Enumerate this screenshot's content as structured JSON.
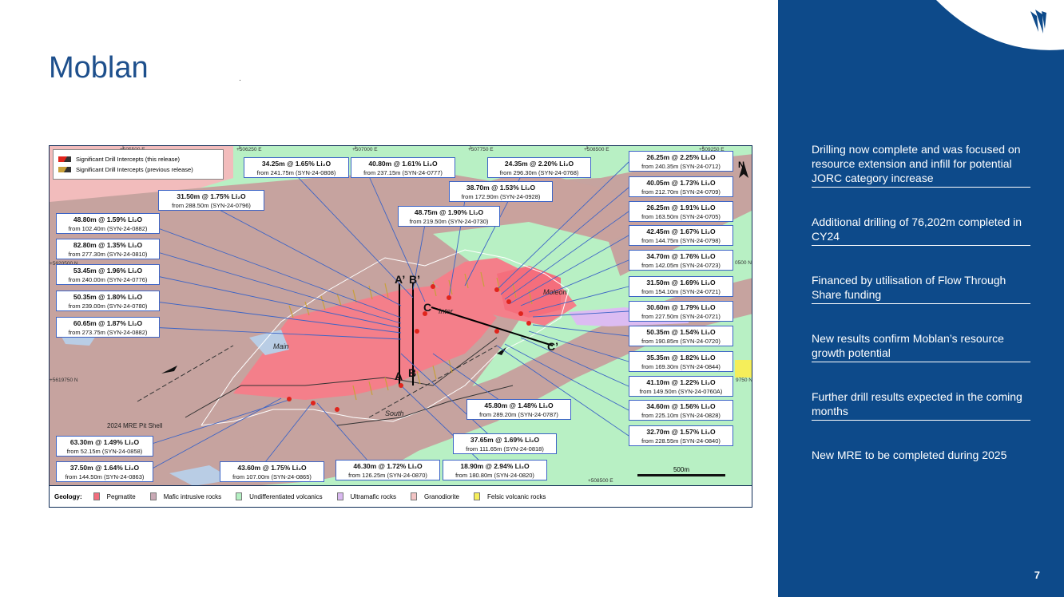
{
  "slide": {
    "title": "Moblan",
    "page_number": "7"
  },
  "side_panel": {
    "bullets": [
      "Drilling now complete and was focused on resource extension and infill for potential JORC category increase",
      "Additional drilling of 76,202m completed in CY24",
      "Financed by utilisation of Flow Through Share funding",
      "New results confirm Moblan’s resource growth potential",
      "Further drill results expected in the coming months",
      "New MRE to be completed during 2025"
    ]
  },
  "map": {
    "legend": {
      "current": "Significant Drill Intercepts (this release)",
      "previous": "Significant Drill Intercepts (previous release)"
    },
    "coords": {
      "e1": "+505500 E",
      "e2": "+506250 E",
      "e3": "+507000 E",
      "e4": "+507750 E",
      "e5": "+508500 E",
      "e6": "+509250 E",
      "n1": "+5620500 N",
      "n2": "+5619750 N",
      "n3": "0500 N",
      "n4": "9750 N",
      "e_bottom": "+508500 E"
    },
    "labels": {
      "main": "Main",
      "south": "South",
      "inter": "Inter",
      "moleon": "Moleon",
      "pit_shell": "2024 MRE Pit Shell",
      "a": "A",
      "a_prime": "A’",
      "b": "B",
      "b_prime": "B’",
      "c": "C",
      "c_prime": "C’",
      "north": "N",
      "scale": "500m"
    },
    "callouts": [
      {
        "v": "34.25m @ 1.65% Li₂O",
        "d": "from 241.75m  (SYN-24-0808)"
      },
      {
        "v": "40.80m @ 1.61% Li₂O",
        "d": "from 237.15m  (SYN-24-0777)"
      },
      {
        "v": "24.35m @ 2.20% Li₂O",
        "d": "from 296.30m  (SYN-24-0768)"
      },
      {
        "v": "31.50m @ 1.75% Li₂O",
        "d": "from 288.50m  (SYN-24-0796)"
      },
      {
        "v": "38.70m @ 1.53% Li₂O",
        "d": "from 172.90m  (SYN-24-0928)"
      },
      {
        "v": "48.75m @ 1.90% Li₂O",
        "d": "from 219.50m  (SYN-24-0730)"
      },
      {
        "v": "48.80m @ 1.59% Li₂O",
        "d": "from 102.40m  (SYN-24-0882)"
      },
      {
        "v": "82.80m @ 1.35% Li₂O",
        "d": "from 277.30m  (SYN-24-0810)"
      },
      {
        "v": "53.45m @ 1.96% Li₂O",
        "d": "from 240.00m  (SYN-24-0776)"
      },
      {
        "v": "50.35m @ 1.80% Li₂O",
        "d": "from 239.00m  (SYN-24-0780)"
      },
      {
        "v": "60.65m @ 1.87% Li₂O",
        "d": "from 273.75m  (SYN-24-0882)"
      },
      {
        "v": "26.25m @ 2.25% Li₂O",
        "d": "from 240.35m  (SYN-24-0712)"
      },
      {
        "v": "40.05m @ 1.73% Li₂O",
        "d": "from 212.70m  (SYN-24-0709)"
      },
      {
        "v": "26.25m @ 1.91% Li₂O",
        "d": "from 163.50m  (SYN-24-0705)"
      },
      {
        "v": "42.45m @ 1.67% Li₂O",
        "d": "from 144.75m  (SYN-24-0798)"
      },
      {
        "v": "34.70m @ 1.76% Li₂O",
        "d": "from 142.05m  (SYN-24-0723)"
      },
      {
        "v": "31.50m @ 1.69% Li₂O",
        "d": "from 154.10m  (SYN-24-0721)"
      },
      {
        "v": "30.60m @ 1.79% Li₂O",
        "d": "from 227.50m  (SYN-24-0721)"
      },
      {
        "v": "50.35m @ 1.54% Li₂O",
        "d": "from 190.85m  (SYN-24-0720)"
      },
      {
        "v": "35.35m @ 1.82% Li₂O",
        "d": "from 169.30m  (SYN-24-0844)"
      },
      {
        "v": "41.10m @ 1.22% Li₂O",
        "d": "from 149.50m  (SYN-24-0760A)"
      },
      {
        "v": "34.60m @ 1.56% Li₂O",
        "d": "from 225.10m  (SYN-24-0828)"
      },
      {
        "v": "32.70m @ 1.57% Li₂O",
        "d": "from 228.55m  (SYN-24-0840)"
      },
      {
        "v": "45.80m @ 1.48% Li₂O",
        "d": "from 289.20m  (SYN-24-0787)"
      },
      {
        "v": "37.65m @ 1.69% Li₂O",
        "d": "from 111.65m  (SYN-24-0818)"
      },
      {
        "v": "63.30m @ 1.49% Li₂O",
        "d": "from 52.15m  (SYN-24-0858)"
      },
      {
        "v": "37.50m @ 1.64% Li₂O",
        "d": "from 144.50m  (SYN-24-0863)"
      },
      {
        "v": "43.60m @ 1.75% Li₂O",
        "d": "from 107.00m  (SYN-24-0865)"
      },
      {
        "v": "46.30m @ 1.72% Li₂O",
        "d": "from 126.25m  (SYN-24-0870)"
      },
      {
        "v": "18.90m @ 2.94% Li₂O",
        "d": "from 180.80m  (SYN-24-0820)"
      }
    ],
    "geology": {
      "title": "Geology:",
      "items": [
        {
          "label": "Pegmatite",
          "color": "#f26d7d"
        },
        {
          "label": "Mafic intrusive rocks",
          "color": "#c9a9b5"
        },
        {
          "label": "Undifferentiated volcanics",
          "color": "#b4f0c2"
        },
        {
          "label": "Ultramafic rocks",
          "color": "#d9b8f0"
        },
        {
          "label": "Granodiorite",
          "color": "#f2c4c4"
        },
        {
          "label": "Felsic volcanic rocks",
          "color": "#f5ee5a"
        }
      ]
    }
  }
}
